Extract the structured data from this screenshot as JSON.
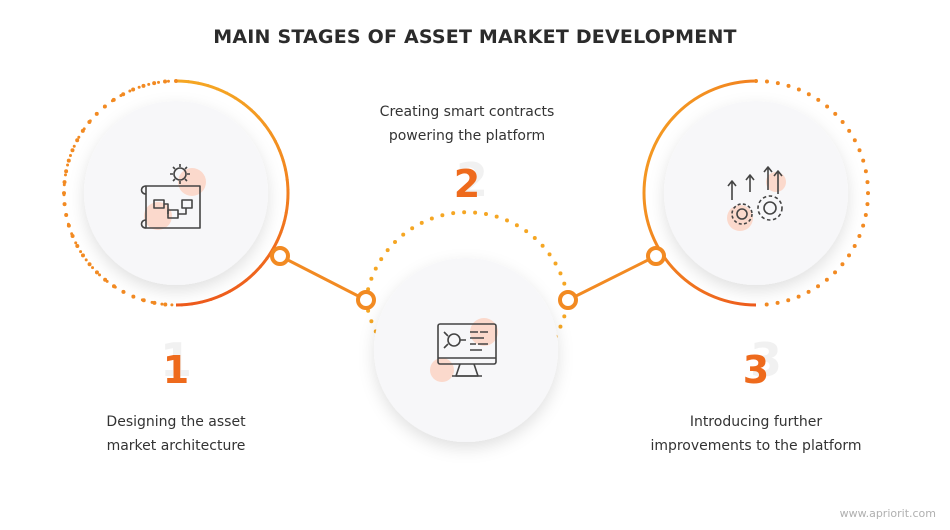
{
  "title": "MAIN STAGES OF ASSET MARKET DEVELOPMENT",
  "stages": [
    {
      "number": "1",
      "caption_line1": "Designing the asset",
      "caption_line2": "market architecture",
      "icon": "blueprint-gear-icon"
    },
    {
      "number": "2",
      "caption_line1": "Creating smart contracts",
      "caption_line2": "powering the platform",
      "icon": "monitor-code-icon"
    },
    {
      "number": "3",
      "caption_line1": "Introducing further",
      "caption_line2": "improvements to the platform",
      "icon": "gears-arrows-icon"
    }
  ],
  "footer": "www.apriorit.com",
  "colors": {
    "accent_orange": "#ee6a1c",
    "light_orange": "#f5a623",
    "circle_fill": "#f6f6f8",
    "blob": "#fbd9cc",
    "text": "#333333"
  }
}
